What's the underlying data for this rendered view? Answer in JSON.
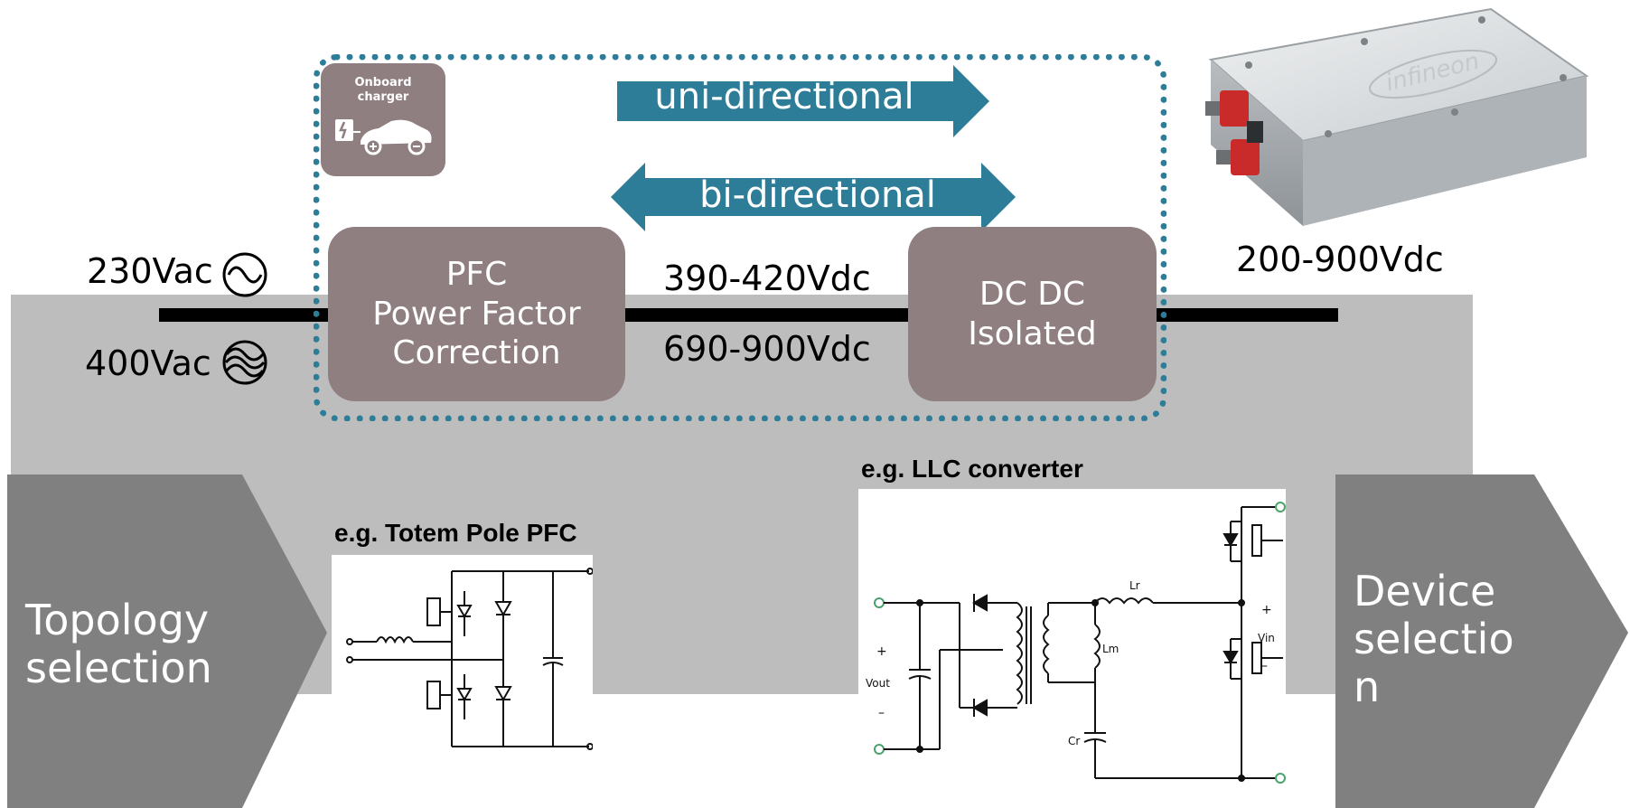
{
  "diagram": {
    "onboard_tile": {
      "line1": "Onboard",
      "line2": "charger"
    },
    "arrows": {
      "uni": "uni-directional",
      "bi": "bi-directional"
    },
    "colors": {
      "arrow": "#2e7d98",
      "block": "#8f7f80",
      "band": "#bdbdbd",
      "chevron": "#808080"
    },
    "inputs": {
      "single_phase": "230Vac",
      "three_phase": "400Vac"
    },
    "pfc_block": {
      "line1": "PFC",
      "line2": "Power Factor",
      "line3": "Correction"
    },
    "dc_link": {
      "low_range": "390-420Vdc",
      "high_range": "690-900Vdc"
    },
    "dcdc_block": {
      "line1": "DC DC",
      "line2": "Isolated"
    },
    "battery": {
      "voltage": "200-900Vdc",
      "logo_text": "infineon"
    },
    "left_chevron": {
      "line1": "Topology",
      "line2": "selection"
    },
    "right_chevron": {
      "line1": "Device",
      "line2": "selectio",
      "line3": "n"
    },
    "examples": {
      "pfc": "e.g. Totem Pole PFC",
      "llc": "e.g. LLC converter"
    },
    "llc_labels": {
      "vout": "Vout",
      "vin": "Vin",
      "plus": "+",
      "minus": "–",
      "lm": "Lm",
      "lr": "Lr",
      "cr": "Cr"
    },
    "icons": [
      "onboard-charger-car-icon",
      "ac-single-wave-icon",
      "ac-three-wave-icon",
      "battery-pack-image",
      "totem-pole-schematic",
      "llc-schematic"
    ]
  }
}
